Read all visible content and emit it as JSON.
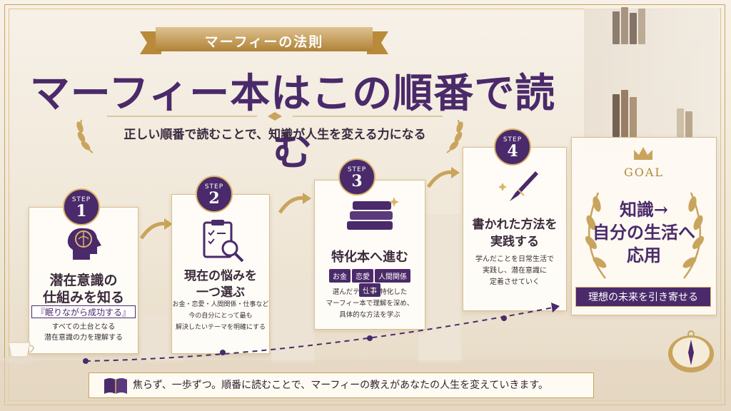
{
  "banner": {
    "text": "マーフィーの法則"
  },
  "title": "マーフィー本はこの順番で読む",
  "subtitle": "正しい順番で読むことで、知識が人生を変える力になる",
  "steps": [
    {
      "label": "STEP",
      "number": "1",
      "title_line1": "潜在意識の",
      "title_line2": "仕組みを知る",
      "highlight": "『眠りながら成功する』",
      "desc_line1": "すべての土台となる",
      "desc_line2": "潜在意識の力を理解する",
      "icon": "brain-head-icon"
    },
    {
      "label": "STEP",
      "number": "2",
      "title_line1": "現在の悩みを",
      "title_line2": "一つ選ぶ",
      "desc_line1": "お金・恋愛・人間関係・仕事など",
      "desc_line2": "今の自分にとって最も",
      "desc_line3": "解決したいテーマを明確にする",
      "icon": "clipboard-search-icon"
    },
    {
      "label": "STEP",
      "number": "3",
      "title": "特化本へ進む",
      "tags": [
        "お金",
        "恋愛",
        "人間関係",
        "仕事"
      ],
      "desc_line1": "選んだテーマに特化した",
      "desc_line2": "マーフィー本で理解を深め、",
      "desc_line3": "具体的な方法を学ぶ",
      "icon": "books-icon"
    },
    {
      "label": "STEP",
      "number": "4",
      "title_line1": "書かれた方法を",
      "title_line2": "実践する",
      "desc_line1": "学んだことを日常生活で",
      "desc_line2": "実践し、潜在意識に",
      "desc_line3": "定着させていく",
      "icon": "fountain-pen-icon"
    }
  ],
  "goal": {
    "label": "GOAL",
    "line1": "知識→",
    "line2": "自分の生活へ",
    "line3": "応用",
    "ribbon": "理想の未来を引き寄せる"
  },
  "footer": {
    "text": "焦らず、一歩ずつ。順番に読むことで、マーフィーの教えがあなたの人生を変えていきます。"
  },
  "colors": {
    "purple": "#4a2a6a",
    "gold": "#c9a45c",
    "cream": "#f7f1e8"
  }
}
